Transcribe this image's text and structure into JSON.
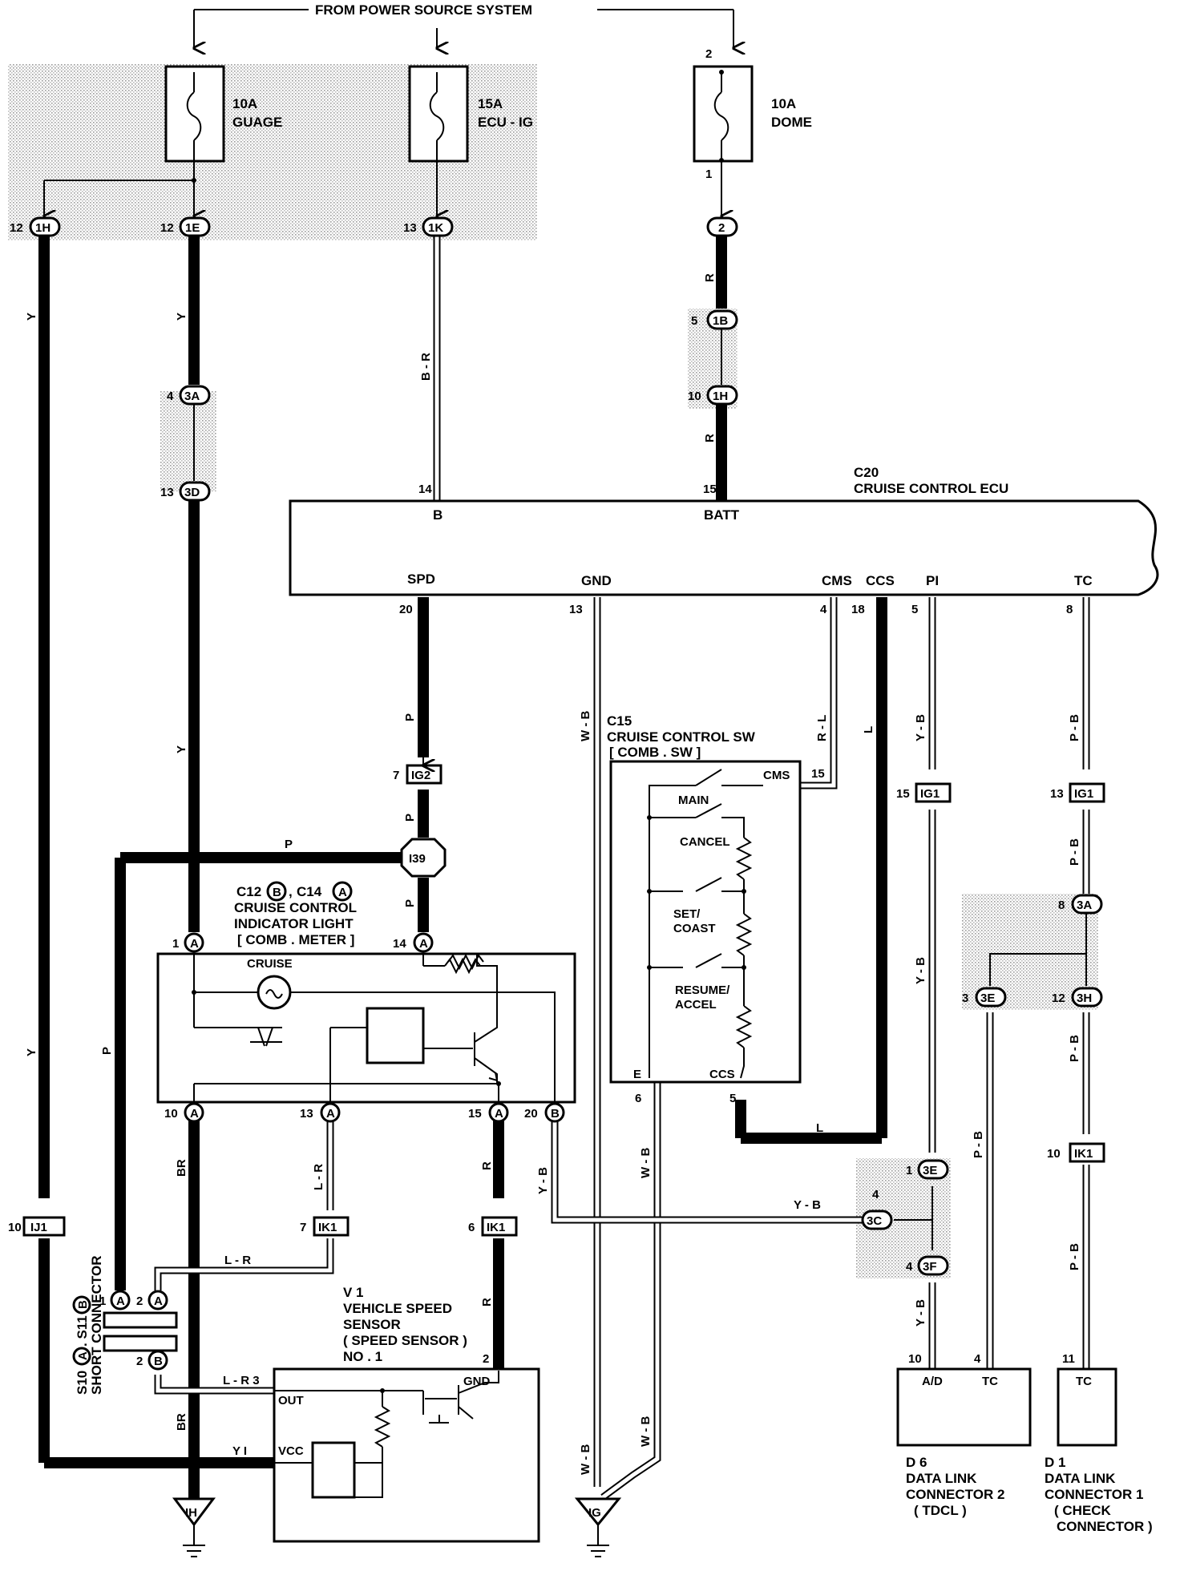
{
  "header": {
    "title": "FROM POWER SOURCE SYSTEM"
  },
  "fuses": [
    {
      "rating": "10A",
      "name": "GUAGE"
    },
    {
      "rating": "15A",
      "name": "ECU - IG"
    },
    {
      "rating": "10A",
      "name": "DOME",
      "pin_in": "2",
      "pin_out": "1"
    }
  ],
  "connectors": {
    "j1H_top": {
      "pin": "12",
      "id": "1H"
    },
    "j1E": {
      "pin": "12",
      "id": "1E"
    },
    "j1K": {
      "pin": "13",
      "id": "1K"
    },
    "j2": {
      "id": "2"
    },
    "j1B": {
      "pin": "5",
      "id": "1B"
    },
    "j1H_mid": {
      "pin": "10",
      "id": "1H"
    },
    "j3A_left": {
      "pin": "4",
      "id": "3A"
    },
    "j3D": {
      "pin": "13",
      "id": "3D"
    },
    "iG2": {
      "pin": "7",
      "id": "IG2"
    },
    "i39": {
      "id": "I39"
    },
    "iG1_pi": {
      "pin": "15",
      "id": "IG1"
    },
    "iG1_tc": {
      "pin": "13",
      "id": "IG1"
    },
    "j3A_right": {
      "pin": "8",
      "id": "3A"
    },
    "j3E": {
      "pin": "3",
      "id": "3E"
    },
    "j3H": {
      "pin": "12",
      "id": "3H"
    },
    "iK1_tc": {
      "pin": "10",
      "id": "IK1"
    },
    "j3E_b": {
      "pin": "1",
      "id": "3E"
    },
    "j3C": {
      "pin": "4",
      "id": "3C"
    },
    "j3F": {
      "pin": "4",
      "id": "3F"
    },
    "iJ1": {
      "pin": "10",
      "id": "IJ1"
    },
    "iK1_a": {
      "pin": "7",
      "id": "IK1"
    },
    "iK1_b": {
      "pin": "6",
      "id": "IK1"
    },
    "ground_ih": {
      "id": "IH"
    },
    "ground_ig": {
      "id": "IG"
    }
  },
  "wires": {
    "y1": "Y",
    "y2": "Y",
    "y3": "Y",
    "y4": "Y",
    "br": "B - R",
    "r1": "R",
    "r2": "R",
    "p1": "P",
    "p2": "P",
    "p3": "P",
    "p_horiz": "P",
    "p_left": "P",
    "wb1": "W - B",
    "wb2": "W - B",
    "wb3": "W - B",
    "wb4": "W - B",
    "rl": "R - L",
    "l1": "L",
    "l2": "L",
    "yb1": "Y - B",
    "yb2": "Y - B",
    "yb3": "Y - B",
    "yb4": "Y - B",
    "pb1": "P - B",
    "pb2": "P - B",
    "pb3": "P - B",
    "pb4": "P - B",
    "pb5": "P - B",
    "br2": "BR",
    "br3": "BR",
    "lr1": "L - R",
    "lr2": "L - R",
    "lr3": "L - R 3",
    "r3": "R",
    "r4": "R",
    "yb5": "Y - B",
    "y_i": "Y   I"
  },
  "ecu": {
    "code": "C20",
    "name": "CRUISE CONTROL ECU",
    "terminals": [
      {
        "pin": "14",
        "label": "B"
      },
      {
        "pin": "15",
        "label": "BATT"
      },
      {
        "pin": "20",
        "label": "SPD"
      },
      {
        "pin": "13",
        "label": "GND"
      },
      {
        "pin": "4",
        "label": "CMS"
      },
      {
        "pin": "18",
        "label": "CCS"
      },
      {
        "pin": "5",
        "label": "PI"
      },
      {
        "pin": "8",
        "label": "TC"
      }
    ]
  },
  "cruise_switch": {
    "code": "C15",
    "name": "CRUISE CONTROL SW",
    "sub": "[ COMB . SW ]",
    "cms_label": "CMS",
    "cms_pin": "15",
    "items": [
      "MAIN",
      "CANCEL",
      "SET/",
      "COAST",
      "RESUME/",
      "ACCEL"
    ],
    "e_label": "E",
    "e_pin": "6",
    "ccs_label": "CCS",
    "ccs_pin": "5"
  },
  "indicator": {
    "line1": "C12",
    "b": "B",
    "comma": ",",
    "line1b": "C14",
    "a": "A",
    "line2": "CRUISE CONTROL",
    "line3": "INDICATOR LIGHT",
    "line4": "[ COMB . METER ]",
    "lamp_label": "CRUISE",
    "pins": [
      {
        "pin": "1",
        "id": "A"
      },
      {
        "pin": "14",
        "id": "A"
      },
      {
        "pin": "10",
        "id": "A"
      },
      {
        "pin": "13",
        "id": "A"
      },
      {
        "pin": "15",
        "id": "A"
      },
      {
        "pin": "20",
        "id": "B"
      }
    ]
  },
  "speed_sensor": {
    "code": "V 1",
    "line1": "VEHICLE SPEED",
    "line2": "SENSOR",
    "line3": "( SPEED SENSOR )",
    "line4": "NO . 1",
    "pin2": "2",
    "out": "OUT",
    "gnd": "GND",
    "vcc": "VCC"
  },
  "short_connector": {
    "label1": "S10",
    "a": "A",
    "label2": ". S11",
    "b": "B",
    "label3": "SHORT CONNECTOR",
    "pins": [
      {
        "pin": "1",
        "id": "A"
      },
      {
        "pin": "2",
        "id": "A"
      },
      {
        "pin": "2",
        "id": "B"
      }
    ]
  },
  "dlc2": {
    "code": "D 6",
    "line1": "DATA LINK",
    "line2": "CONNECTOR 2",
    "line3": "( TDCL )",
    "pin_ad": "10",
    "ad": "A/D",
    "pin_tc": "4",
    "tc": "TC"
  },
  "dlc1": {
    "code": "D 1",
    "line1": "DATA LINK",
    "line2": "CONNECTOR 1",
    "line3": "( CHECK",
    "line4": "CONNECTOR )",
    "pin": "11",
    "tc": "TC"
  }
}
